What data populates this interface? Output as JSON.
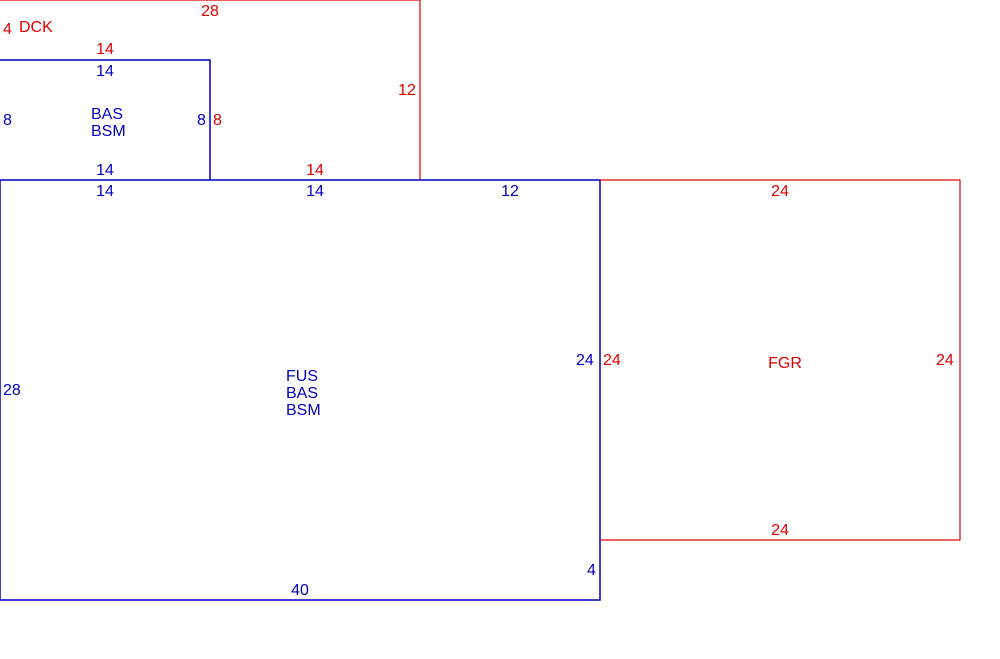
{
  "colors": {
    "blue": "#0000c0",
    "red": "#e00000",
    "background": "#ffffff"
  },
  "dck": {
    "name": "DCK",
    "top": "28",
    "right": "12",
    "left": "4",
    "bottom": "14",
    "inner_top": "14",
    "inner_right": "8"
  },
  "bas_upper": {
    "codes": [
      "BAS",
      "BSM"
    ],
    "top": "14",
    "bottom": "14",
    "left": "8",
    "right": "8"
  },
  "fus": {
    "codes": [
      "FUS",
      "BAS",
      "BSM"
    ],
    "top_left": "14",
    "top_mid": "14",
    "top_right": "12",
    "left": "28",
    "right": "24",
    "bottom": "40",
    "bottom_right_step": "4"
  },
  "fgr": {
    "name": "FGR",
    "top": "24",
    "bottom": "24",
    "left": "24",
    "right": "24"
  }
}
